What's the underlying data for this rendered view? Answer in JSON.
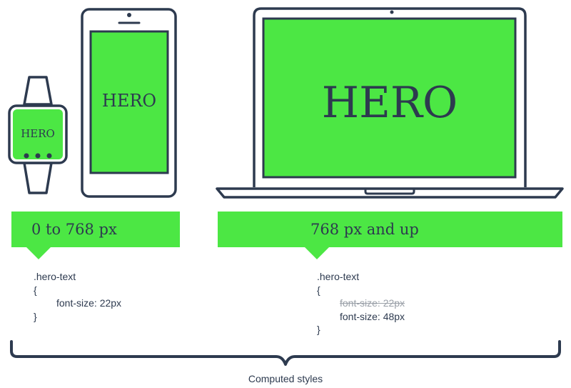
{
  "devices": {
    "watch": {
      "hero_label": "HERO"
    },
    "phone": {
      "hero_label": "HERO"
    },
    "laptop": {
      "hero_label": "HERO"
    }
  },
  "breakpoints": {
    "small": {
      "label": "0 to 768 px",
      "code": {
        "selector": ".hero-text",
        "open_brace": "{",
        "declaration": "font-size: 22px",
        "close_brace": "}"
      }
    },
    "large": {
      "label": "768 px and up",
      "code": {
        "selector": ".hero-text",
        "open_brace": "{",
        "overridden_declaration": "font-size: 22px",
        "declaration": "font-size: 48px",
        "close_brace": "}"
      }
    }
  },
  "caption": "Computed styles",
  "colors": {
    "accent_green": "#4ce744",
    "outline_navy": "#2d3a4f",
    "struck_grey": "#9aa0a8"
  }
}
